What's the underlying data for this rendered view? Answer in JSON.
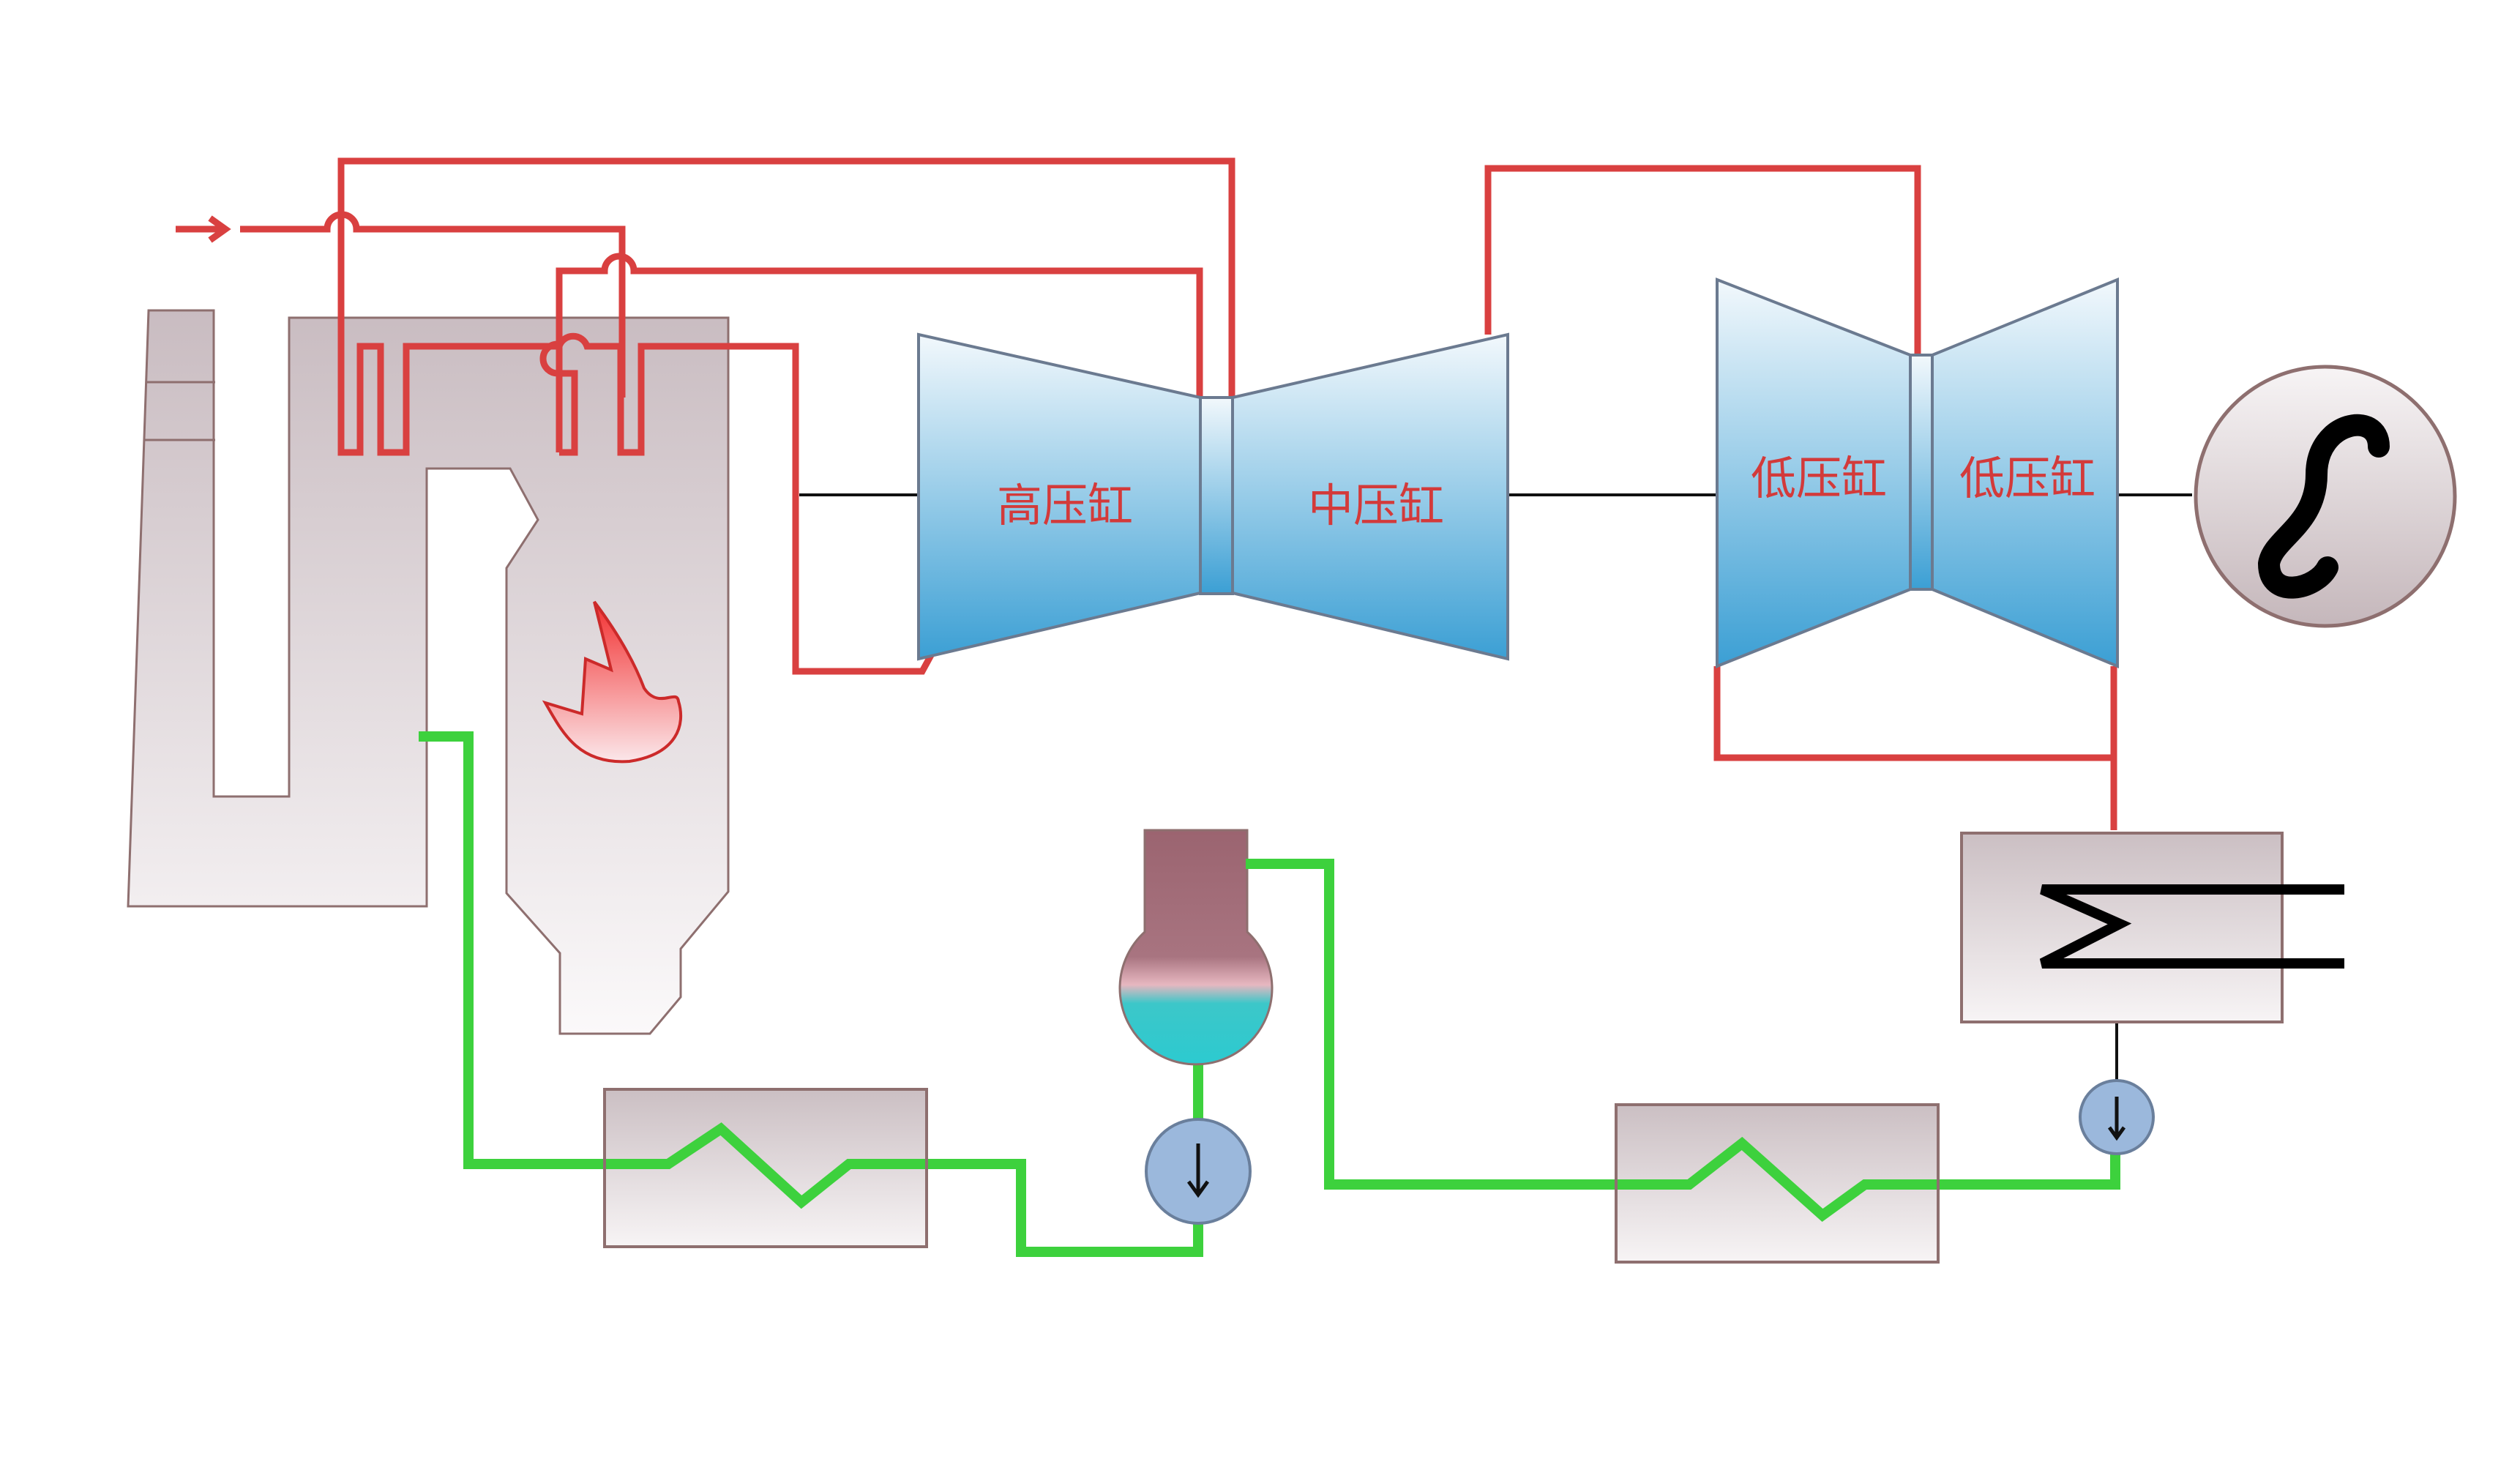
{
  "labels": {
    "hp_cylinder": "高压缸",
    "ip_cylinder": "中压缸",
    "lp_cylinder_1": "低压缸",
    "lp_cylinder_2": "低压缸"
  },
  "colors": {
    "steam_line": "#d94040",
    "water_line": "#3dd13d",
    "label_text": "#d33a3a",
    "turbine_top": "#eef5fb",
    "turbine_bottom": "#3a9ed3"
  },
  "icons": {
    "flame": "flame-icon",
    "generator_symbol": "sine-s-icon",
    "pump_arrow": "down-arrow-icon",
    "inlet_arrow": "right-arrow-icon"
  }
}
